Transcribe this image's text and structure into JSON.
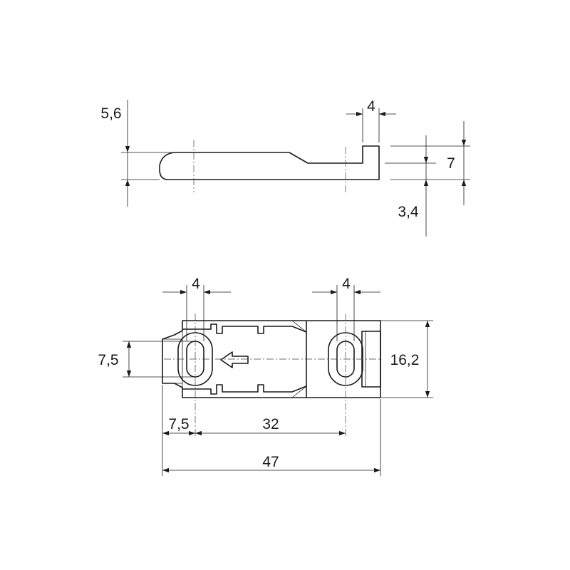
{
  "side_view": {
    "dim_top_width": "4",
    "dim_left_height": "5,6",
    "dim_right_height": "7",
    "dim_right_offset": "3,4"
  },
  "plan_view": {
    "dim_slot_width_left": "4",
    "dim_slot_width_right": "4",
    "dim_slot_length": "7,5",
    "dim_overall_width": "16,2",
    "dim_edge_offset": "7,5",
    "dim_hole_spacing": "32",
    "dim_overall_length": "47"
  }
}
